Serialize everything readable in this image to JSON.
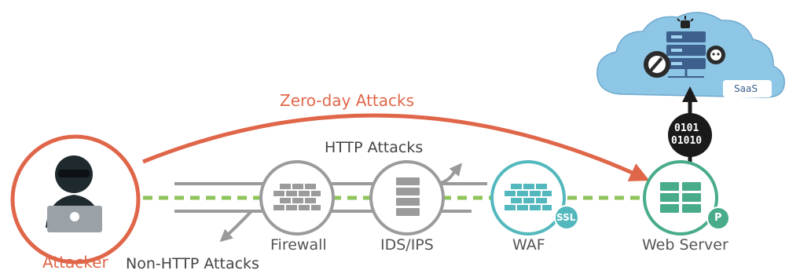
{
  "labels": {
    "zero_day": "Zero-day Attacks",
    "http": "HTTP Attacks",
    "non_http": "Non-HTTP Attacks",
    "attacker": "Attacker",
    "firewall": "Firewall",
    "ids_ips": "IDS/IPS",
    "waf": "WAF",
    "web_server": "Web Server",
    "ssl": "SSL",
    "p_badge": "P",
    "saas": "SaaS",
    "binary_top": "0101",
    "binary_bottom": "01010"
  },
  "colors": {
    "attacker_orange": "#e0664a",
    "node_gray": "#9b9b9b",
    "waf_teal": "#53b8bd",
    "server_green": "#48ac8a",
    "dash_green": "#8ec45a",
    "cloud_blue": "#8ec7e6",
    "arrow_gray": "#9a9a9a"
  }
}
